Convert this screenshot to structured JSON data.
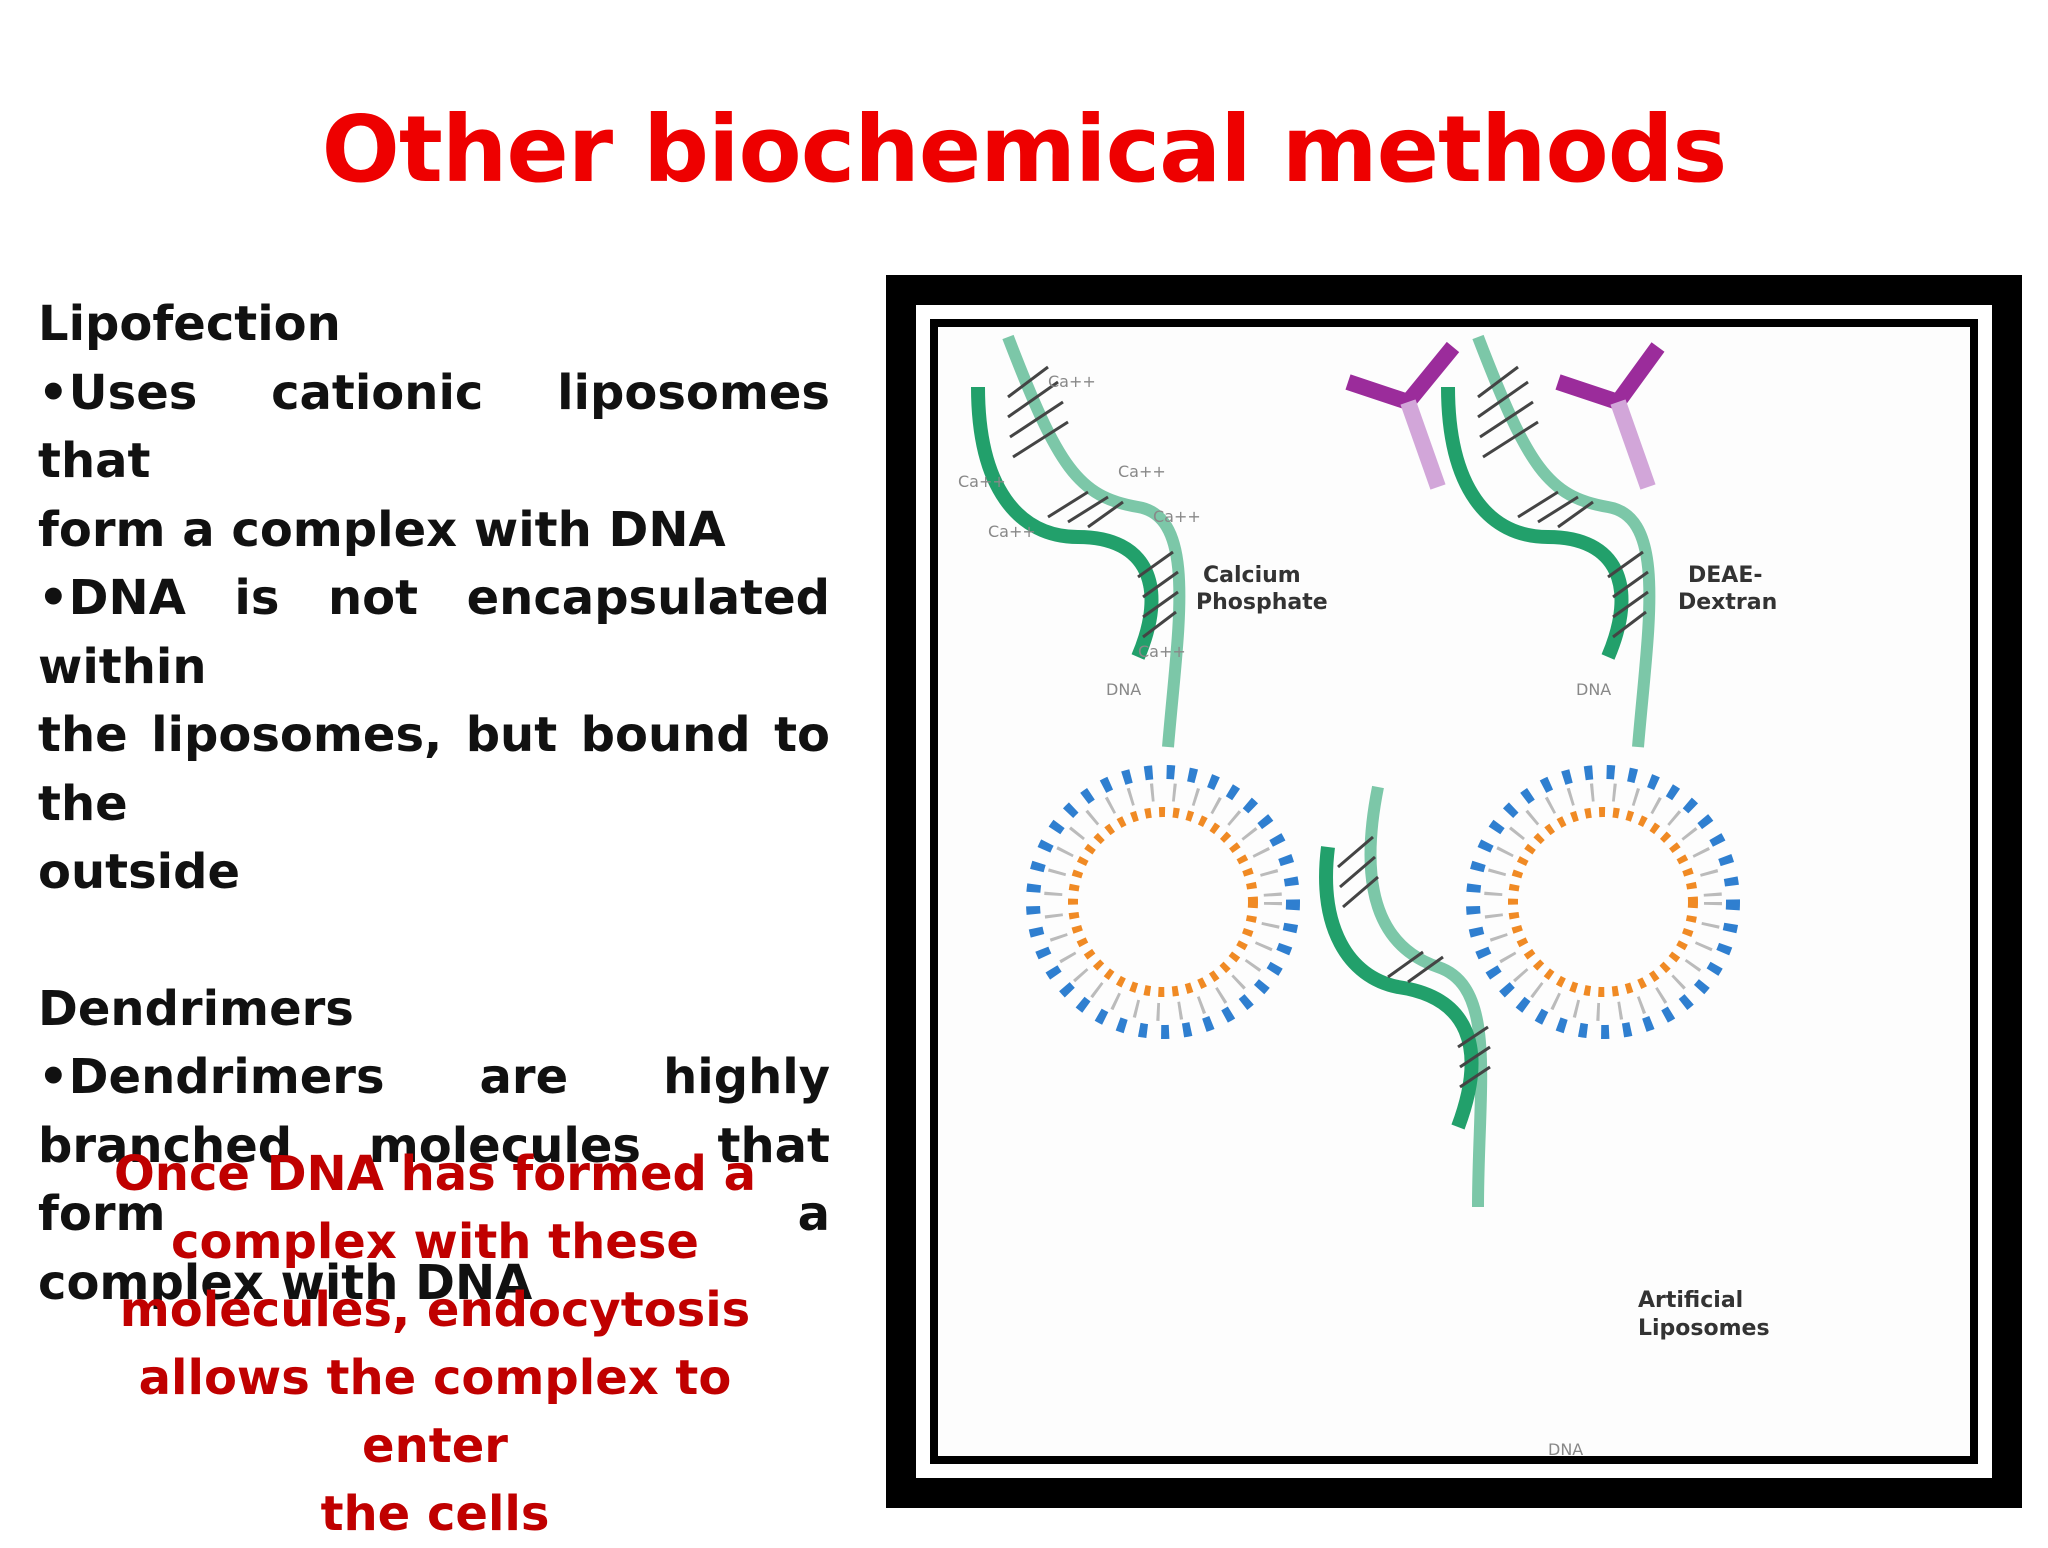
{
  "slide": {
    "title": "Other biochemical methods",
    "lipofection": {
      "heading": "Lipofection",
      "bullet1_line1": "•Uses cationic liposomes that",
      "bullet1_line2": "form a complex with DNA",
      "bullet2_line1": "•DNA is not encapsulated within",
      "bullet2_line2": "the liposomes, but bound to the",
      "bullet2_line3": "outside"
    },
    "dendrimers": {
      "heading": "Dendrimers",
      "bullet1_line1": "•Dendrimers are highly",
      "bullet1_line2": "branched molecules that form a",
      "bullet1_line3": "complex with DNA"
    },
    "conclusion": {
      "line1": "Once DNA has formed a",
      "line2": "complex with these",
      "line3": "molecules, endocytosis",
      "line4": "allows the complex to enter",
      "line5": "the cells"
    }
  },
  "figure": {
    "calcium_label_1": "Calcium",
    "calcium_label_2": "Phosphate",
    "deae_label_1": "DEAE-",
    "deae_label_2": "Dextran",
    "liposome_label_1": "Artificial",
    "liposome_label_2": "Liposomes",
    "dna_label": "DNA",
    "ion_label": "Ca++"
  },
  "colors": {
    "title": "#ee0000",
    "conclusion": "#c00000",
    "dna_backbone_green": "#22a06b",
    "dna_backbone_light": "#7cc7a8",
    "dextran_purple": "#9b2c9b",
    "lipid_head_blue": "#2f7fd0",
    "lipid_head_orange": "#f08a24"
  }
}
